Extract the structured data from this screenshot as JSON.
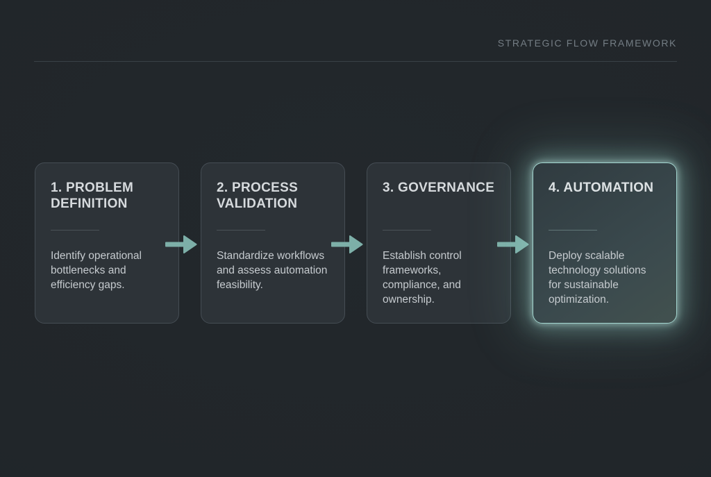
{
  "header": {
    "title": "STRATEGIC FLOW FRAMEWORK"
  },
  "steps": [
    {
      "title": "1. PROBLEM DEFINITION",
      "description": "Identify operational bottlenecks and efficiency gaps.",
      "highlighted": false
    },
    {
      "title": "2. PROCESS VALIDATION",
      "description": "Standardize workflows and assess automation feasibility.",
      "highlighted": false
    },
    {
      "title": "3. GOVERNANCE",
      "description": "Establish control frameworks, compliance, and ownership.",
      "highlighted": false
    },
    {
      "title": "4. AUTOMATION",
      "description": "Deploy scalable technology solutions for sustainable optimization.",
      "highlighted": true
    }
  ],
  "icons": {
    "flow_arrow": "arrow-right-icon"
  },
  "colors": {
    "background": "#23282c",
    "card_background": "#2d3338",
    "card_border": "#454d54",
    "card_rule": "#4a5258",
    "divider": "#3a4147",
    "title_text": "#d6dadd",
    "body_text": "#c6cbcf",
    "header_text": "#747d84",
    "arrow": "#7dafa8",
    "highlight_border": "#a3d6d0",
    "highlight_glow": "#9ed8d1"
  }
}
